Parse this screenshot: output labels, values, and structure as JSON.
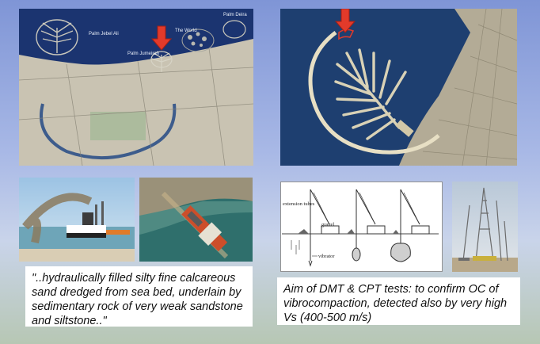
{
  "map_labels": {
    "palm_deira": "Palm Deira",
    "palm_jebel_ali": "Palm Jebel Ali",
    "the_world": "The World",
    "palm_jumeirah": "Palm Jumeirah"
  },
  "diagram_labels": {
    "extension_tubes": "extension tubes",
    "vibrator": "vibrator",
    "gravel": "gravel"
  },
  "caption_left": "\"..hydraulically filled silty fine calcareous sand dredged from sea bed, underlain by sedimentary rock of very weak sandstone and siltstone..\"",
  "caption_right": "Aim of DMT & CPT tests: to confirm OC of vibrocompaction, detected also by very high Vs (400-500 m/s)",
  "colors": {
    "arrow": "#e23a2a",
    "sea": "#1b3470",
    "land": "#c9c3b2"
  }
}
